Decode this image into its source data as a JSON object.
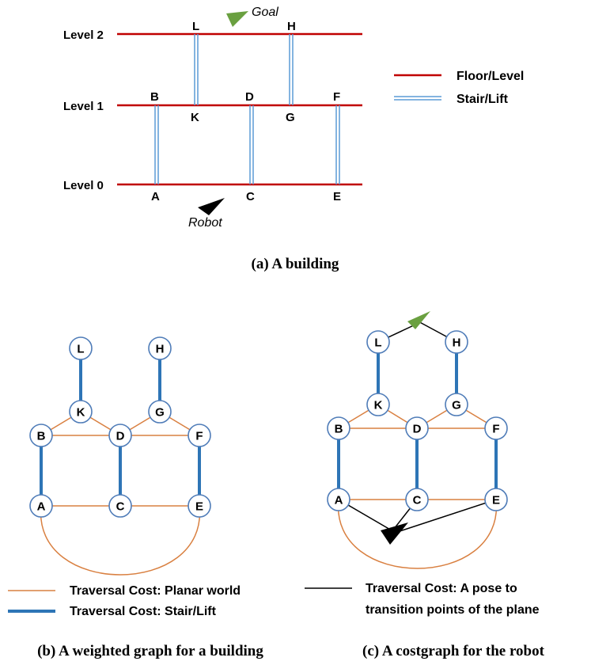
{
  "building": {
    "levels": [
      "Level 2",
      "Level 1",
      "Level 0"
    ],
    "points": [
      "L",
      "H",
      "B",
      "D",
      "F",
      "K",
      "G",
      "A",
      "C",
      "E"
    ],
    "goal_label": "Goal",
    "robot_label": "Robot",
    "legend": {
      "floor": "Floor/Level",
      "stair": "Stair/Lift"
    },
    "caption": "(a) A building"
  },
  "graph_b": {
    "nodes": [
      "L",
      "H",
      "K",
      "G",
      "B",
      "D",
      "F",
      "A",
      "C",
      "E"
    ],
    "caption": "(b) A weighted graph for a building"
  },
  "graph_c": {
    "nodes": [
      "L",
      "H",
      "K",
      "G",
      "B",
      "D",
      "F",
      "A",
      "C",
      "E"
    ],
    "caption": "(c) A costgraph for the robot"
  },
  "legend_bottom": {
    "planar": "Traversal Cost: Planar world",
    "stair": "Traversal Cost: Stair/Lift",
    "pose_line1": "Traversal Cost: A pose to",
    "pose_line2": "transition points of the plane"
  },
  "colors": {
    "floor": "#c00000",
    "stair": "#5b9bd5",
    "planar": "#d98041",
    "lift": "#2e75b6",
    "goal": "#6aa040",
    "robot": "#000000"
  }
}
